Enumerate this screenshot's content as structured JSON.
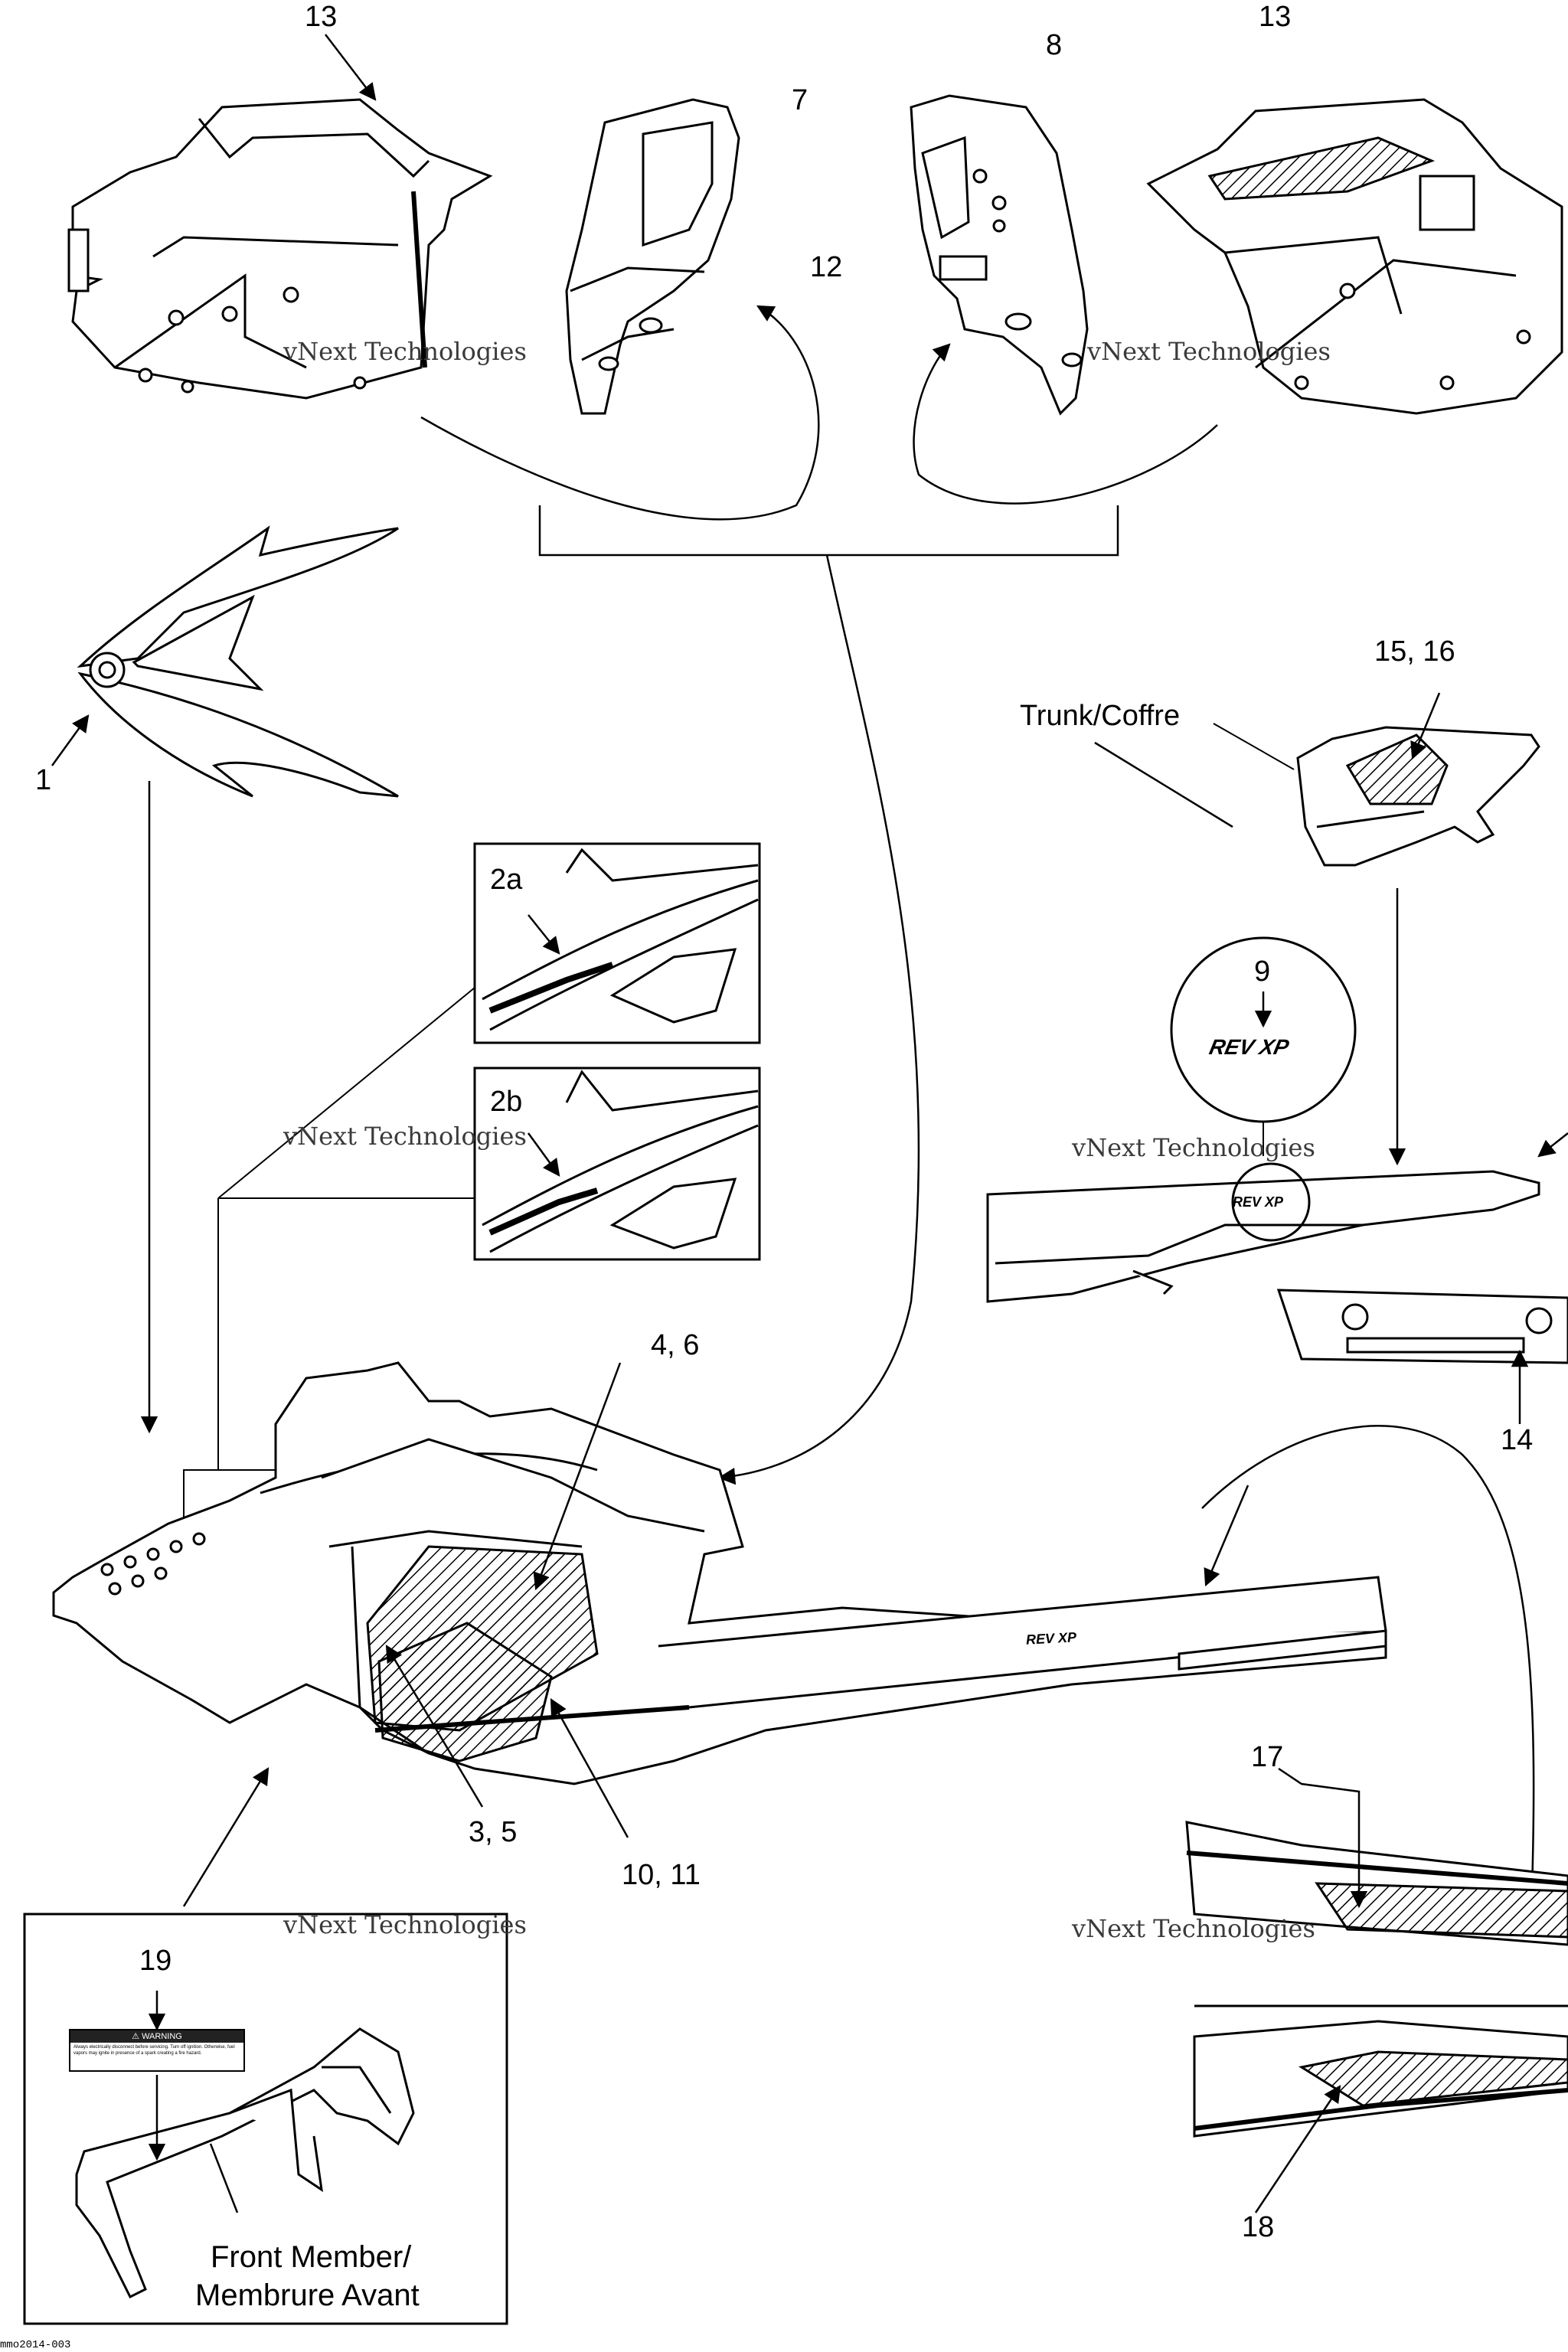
{
  "callouts": {
    "c13_left": "13",
    "c7": "7",
    "c8": "8",
    "c13_right": "13",
    "c12": "12",
    "c1": "1",
    "c15_16": "15, 16",
    "trunk": "Trunk/Coffre",
    "c2a": "2a",
    "c2b": "2b",
    "c9": "9",
    "c14": "14",
    "c4_6": "4, 6",
    "c3_5": "3, 5",
    "c10_11": "10, 11",
    "c17": "17",
    "c18": "18",
    "c19": "19",
    "front_member_1": "Front Member/",
    "front_member_2": "Membrure Avant"
  },
  "decals": {
    "rev_xp": "REV XP",
    "warning_head": "⚠ WARNING",
    "warning_body": "Always electrically disconnect before servicing. Turn off ignition. Otherwise, fuel vapors may ignite in presence of a spark creating a fire hazard."
  },
  "watermark": {
    "line1": "vNext Technologies",
    "line2": "vNext",
    "line3": "Technologies"
  },
  "footer_code": "mmo2014-003"
}
